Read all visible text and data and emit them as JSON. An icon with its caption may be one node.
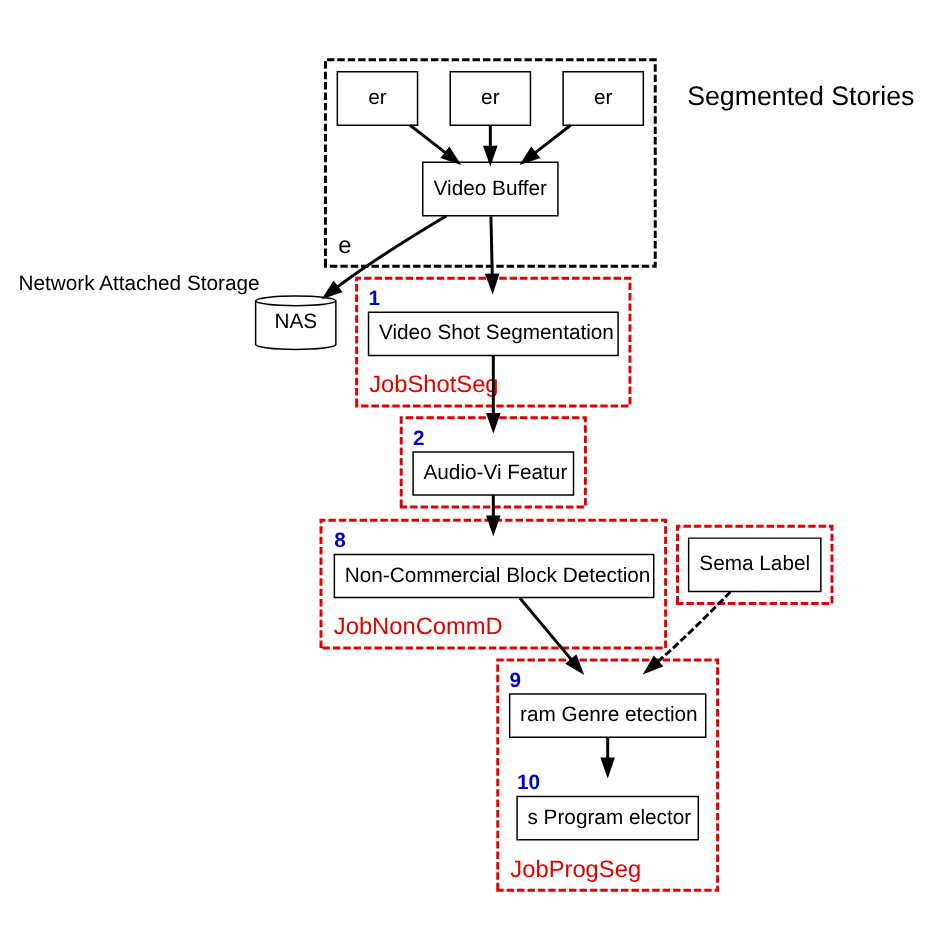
{
  "diagram": {
    "nodes": [
      {
        "text": [
          "e"
        ]
      },
      {
        "text": [
          "er"
        ],
        "in": 0
      },
      {
        "text": [
          "er"
        ],
        "in": 0
      },
      {
        "text": [
          "er"
        ],
        "in": 0
      },
      {
        "text": [
          "Video Buffer"
        ],
        "in": 0
      },
      {
        "text": [
          "NAS"
        ],
        "beside": [
          "Network Attached Storage"
        ]
      },
      {
        "text": [
          "JobShotSeg"
        ]
      },
      {
        "text": [
          "Video Shot Segmentation"
        ],
        "in": 6,
        "beside": [
          "1"
        ]
      },
      {
        "text": [],
        "shape": "box"
      },
      {
        "text": [
          "Audio-Vi Featur"
        ],
        "in": 8,
        "beside": [
          "2"
        ]
      },
      {
        "text": [
          "JobNonCommD"
        ]
      },
      {
        "text": [
          "Non-Commercial Block Detection"
        ],
        "in": 10,
        "beside": [
          "8"
        ]
      },
      {
        "text": [
          "JobProgSeg"
        ]
      },
      {
        "text": [
          "ram Genre etection"
        ],
        "in": 12,
        "beside": [
          "9"
        ]
      },
      {
        "text": [
          "s Program elector"
        ],
        "in": 12,
        "beside": [
          "10"
        ]
      },
      {
        "text": [],
        "shape": "box"
      },
      {
        "text": [
          "Sema Label"
        ],
        "in": 15
      }
    ],
    "edges": [
      {
        "from": 1,
        "to": 4,
        "arrow": "to"
      },
      {
        "from": 2,
        "to": 4,
        "arrow": "to"
      },
      {
        "from": 3,
        "to": 4,
        "arrow": "to"
      },
      {
        "from": 4,
        "to": 5,
        "arrow": "to"
      },
      {
        "from": 4,
        "to": 7,
        "arrow": "to"
      },
      {
        "from": 7,
        "to": 9,
        "arrow": "to"
      },
      {
        "from": 9,
        "to": 11,
        "arrow": "to"
      },
      {
        "from": 11,
        "to": 13,
        "arrow": "to"
      },
      {
        "from": 13,
        "to": 14,
        "arrow": "to"
      },
      {
        "from": 16,
        "to": 13,
        "arrow": "to",
        "style": "dashed"
      }
    ],
    "labels": [
      "Segmented Stories"
    ]
  }
}
